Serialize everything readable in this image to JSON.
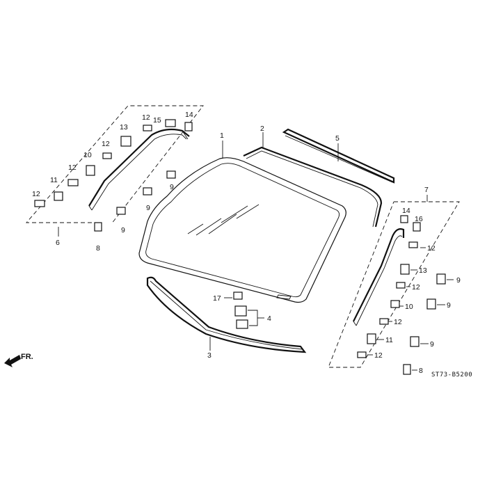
{
  "labels": {
    "p1": "1",
    "p2": "2",
    "p3": "3",
    "p4": "4",
    "p5": "5",
    "p6": "6",
    "p7": "7",
    "p17": "17",
    "l8": "8",
    "l9a": "9",
    "l9b": "9",
    "l9c": "9",
    "l10": "10",
    "l11": "11",
    "l12a": "12",
    "l12b": "12",
    "l12c": "12",
    "l12d": "12",
    "l13": "13",
    "l14": "14",
    "l15": "15",
    "r14": "14",
    "r16": "16",
    "r12a": "12",
    "r13": "13",
    "r12b": "12",
    "r10": "10",
    "r12c": "12",
    "r11": "11",
    "r12d": "12",
    "r9a": "9",
    "r9b": "9",
    "r9c": "9",
    "r8": "8"
  },
  "direction": "FR.",
  "diagram_code": "ST73-B5200"
}
